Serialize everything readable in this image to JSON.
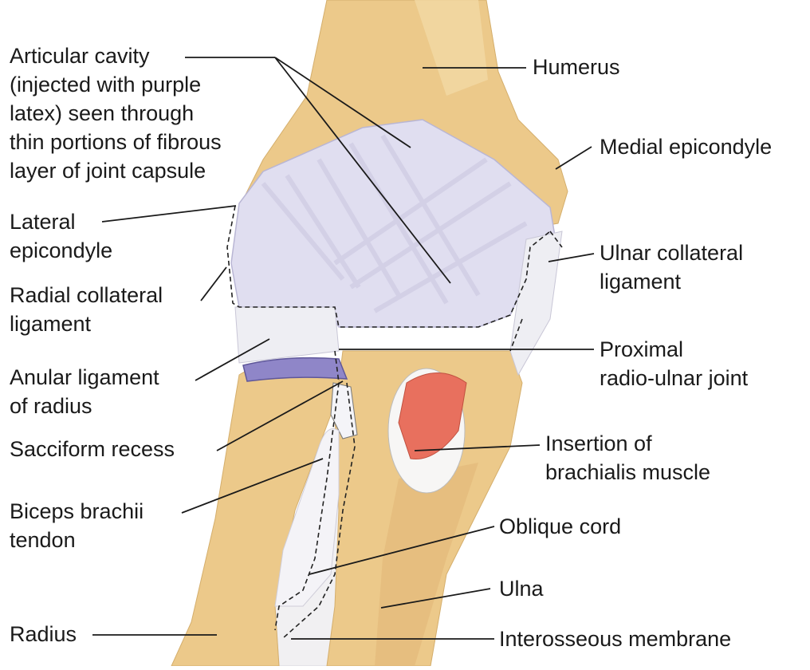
{
  "diagram": {
    "colors": {
      "bone": "#ecc98a",
      "bone_shadow": "#d9a85a",
      "capsule": "#e0def0",
      "capsule_stroke": "#b9b6d4",
      "anular": "#8f86c8",
      "brachialis": "#e8705e",
      "membrane": "#f1f0f2",
      "leader": "#1a1a1a"
    },
    "labels": {
      "articular_cavity": [
        "Articular cavity",
        "(injected with purple",
        "latex) seen through",
        "thin portions of fibrous",
        "layer of joint capsule"
      ],
      "lateral_epicondyle": [
        "Lateral",
        "epicondyle"
      ],
      "radial_collateral": [
        "Radial collateral",
        "ligament"
      ],
      "anular_ligament": [
        "Anular ligament",
        "of radius"
      ],
      "sacciform_recess": [
        "Sacciform recess"
      ],
      "biceps_tendon": [
        "Biceps brachii",
        "tendon"
      ],
      "radius": [
        "Radius"
      ],
      "humerus": [
        "Humerus"
      ],
      "medial_epicondyle": [
        "Medial epicondyle"
      ],
      "ulnar_collateral": [
        "Ulnar collateral",
        "ligament"
      ],
      "proximal_radio_ulnar": [
        "Proximal",
        "radio-ulnar joint"
      ],
      "brachialis_insertion": [
        "Insertion of",
        "brachialis muscle"
      ],
      "oblique_cord": [
        "Oblique cord"
      ],
      "ulna": [
        "Ulna"
      ],
      "interosseous_membrane": [
        "Interosseous membrane"
      ]
    }
  }
}
